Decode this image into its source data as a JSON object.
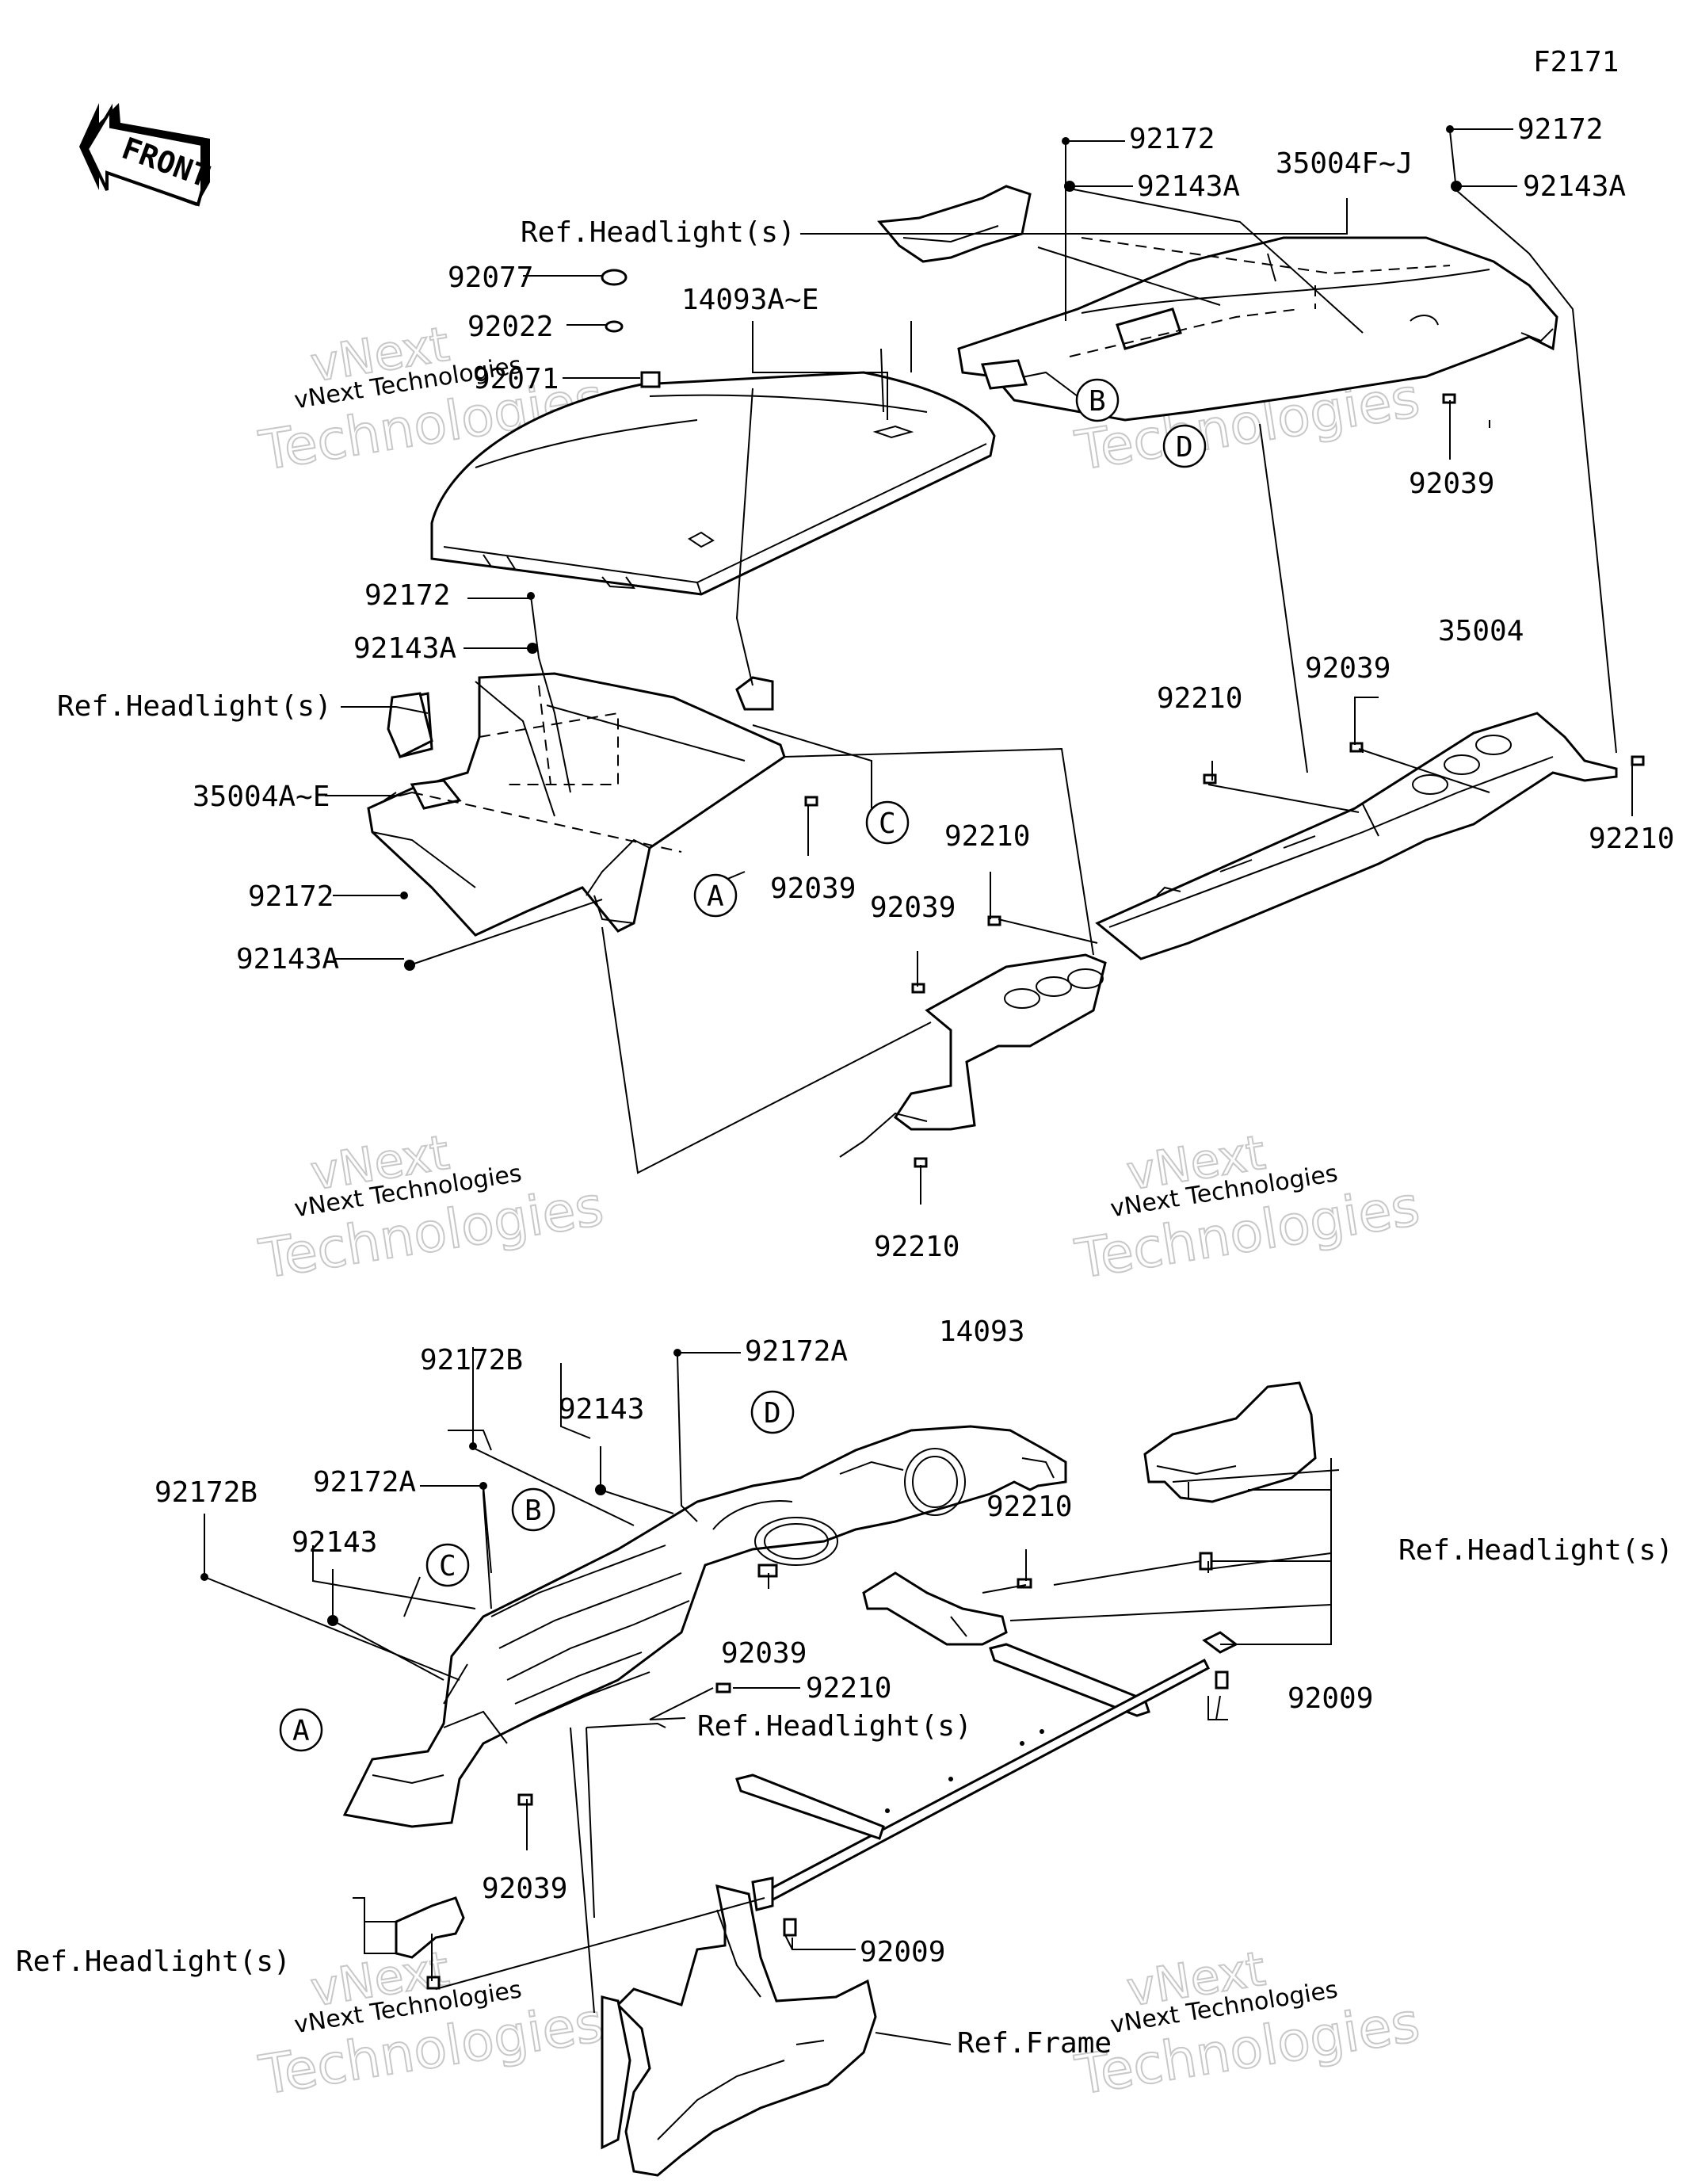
{
  "figure_code": "F2171",
  "front_arrow": "FRONT",
  "watermark": {
    "brand": "vNext",
    "line1": "vNext Technologies",
    "line2": "Technologies"
  },
  "labels": {
    "l_92172_top_mid": "92172",
    "l_92143A_top_mid": "92143A",
    "l_92172_top_right": "92172",
    "l_92143A_top_right": "92143A",
    "l_35004FJ": "35004F~J",
    "l_refhead_top": "Ref.Headlight(s)",
    "l_92077": "92077",
    "l_92022": "92022",
    "l_92071": "92071",
    "l_14093AE": "14093A~E",
    "l_92039_top_right": "92039",
    "l_92172_left": "92172",
    "l_92143A_left": "92143A",
    "l_refhead_left": "Ref.Headlight(s)",
    "l_35004AE": "35004A~E",
    "l_92039_mid": "92039",
    "l_92172_left2": "92172",
    "l_92143A_left2": "92143A",
    "l_35004": "35004",
    "l_92210_a": "92210",
    "l_92039_b": "92039",
    "l_92210_right": "92210",
    "l_92210_c": "92210",
    "l_92039_c": "92039",
    "l_92210_d": "92210",
    "l_92172B_top": "92172B",
    "l_92172A_top": "92172A",
    "l_14093": "14093",
    "l_92143_top": "92143",
    "l_92172A_left": "92172A",
    "l_92172B_left": "92172B",
    "l_92143_left": "92143",
    "l_92210_bot_a": "92210",
    "l_refhead_bot_right": "Ref.Headlight(s)",
    "l_92039_bot_a": "92039",
    "l_92210_bot_b": "92210",
    "l_refhead_bot_mid": "Ref.Headlight(s)",
    "l_92009_a": "92009",
    "l_92039_bot_b": "92039",
    "l_92009_b": "92009",
    "l_refhead_bot_left": "Ref.Headlight(s)",
    "l_refframe": "Ref.Frame"
  },
  "callouts": {
    "c_B_top": "B",
    "c_D_top": "D",
    "c_C_top": "C",
    "c_A_top": "A",
    "c_D_bot": "D",
    "c_B_bot": "B",
    "c_C_bot": "C",
    "c_A_bot": "A"
  }
}
